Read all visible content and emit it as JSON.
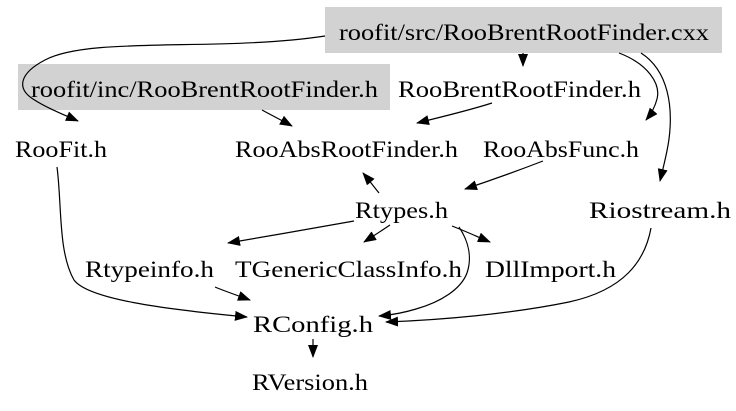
{
  "graph": {
    "kind": "include-dependency-graph",
    "root_file": "roofit/src/RooBrentRootFinder.cxx"
  },
  "colors": {
    "background": "#ffffff",
    "box_fill": "#d2d2d2",
    "text": "#000000",
    "edge": "#000000"
  },
  "nodes": {
    "cxx": {
      "label": "roofit/src/RooBrentRootFinder.cxx",
      "highlighted": true
    },
    "inc": {
      "label": "roofit/inc/RooBrentRootFinder.h",
      "highlighted": true
    },
    "header": {
      "label": "RooBrentRootFinder.h"
    },
    "roofit": {
      "label": "RooFit.h"
    },
    "rooabsrootfinder": {
      "label": "RooAbsRootFinder.h"
    },
    "rooabsfunc": {
      "label": "RooAbsFunc.h"
    },
    "rtypes": {
      "label": "Rtypes.h"
    },
    "riostream": {
      "label": "Riostream.h"
    },
    "rtypeinfo": {
      "label": "Rtypeinfo.h"
    },
    "tgenericclassinfo": {
      "label": "TGenericClassInfo.h"
    },
    "dllimport": {
      "label": "DllImport.h"
    },
    "rconfig": {
      "label": "RConfig.h"
    },
    "rversion": {
      "label": "RVersion.h"
    }
  },
  "edges": [
    {
      "from": "roofit/src/RooBrentRootFinder.cxx",
      "to": "RooFit.h"
    },
    {
      "from": "roofit/src/RooBrentRootFinder.cxx",
      "to": "RooBrentRootFinder.h"
    },
    {
      "from": "roofit/src/RooBrentRootFinder.cxx",
      "to": "RooAbsFunc.h"
    },
    {
      "from": "roofit/src/RooBrentRootFinder.cxx",
      "to": "Riostream.h"
    },
    {
      "from": "roofit/inc/RooBrentRootFinder.h",
      "to": "RooAbsRootFinder.h"
    },
    {
      "from": "RooBrentRootFinder.h",
      "to": "RooAbsRootFinder.h"
    },
    {
      "from": "Rtypes.h",
      "to": "RooAbsRootFinder.h"
    },
    {
      "from": "RooAbsFunc.h",
      "to": "Rtypes.h"
    },
    {
      "from": "Rtypes.h",
      "to": "Rtypeinfo.h"
    },
    {
      "from": "Rtypes.h",
      "to": "TGenericClassInfo.h"
    },
    {
      "from": "Rtypes.h",
      "to": "DllImport.h"
    },
    {
      "from": "Rtypes.h",
      "to": "RConfig.h"
    },
    {
      "from": "Rtypeinfo.h",
      "to": "RConfig.h"
    },
    {
      "from": "RooFit.h",
      "to": "RConfig.h"
    },
    {
      "from": "Riostream.h",
      "to": "RConfig.h"
    },
    {
      "from": "RConfig.h",
      "to": "RVersion.h"
    }
  ]
}
